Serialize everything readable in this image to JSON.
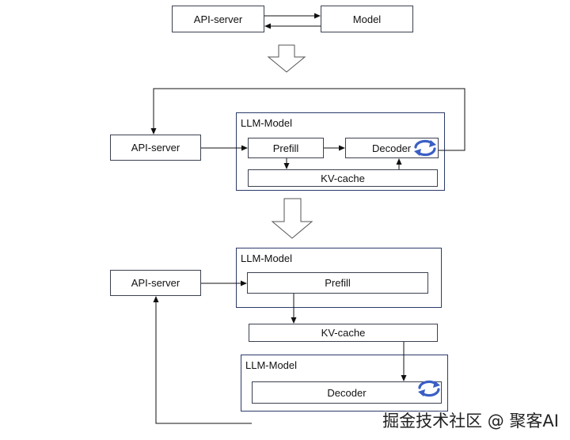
{
  "section1": {
    "api_server": "API-server",
    "model": "Model"
  },
  "section2": {
    "container_label": "LLM-Model",
    "api_server": "API-server",
    "prefill": "Prefill",
    "decoder": "Decoder",
    "kv_cache": "KV-cache"
  },
  "section3": {
    "container_label_top": "LLM-Model",
    "api_server": "API-server",
    "prefill": "Prefill",
    "kv_cache": "KV-cache",
    "container_label_bottom": "LLM-Model",
    "decoder": "Decoder"
  },
  "watermark": "掘金技术社区 @ 聚客AI",
  "colors": {
    "loop_icon": "#3a5fc4",
    "border": "#3b4150"
  }
}
